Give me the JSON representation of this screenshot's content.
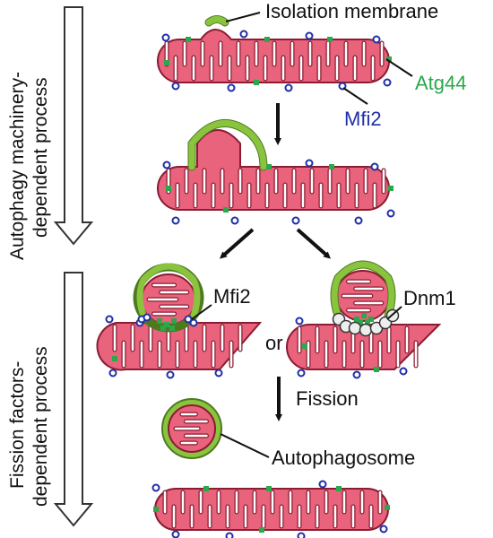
{
  "labels": {
    "isolation_membrane": "Isolation membrane",
    "atg44": "Atg44",
    "mfi2_top": "Mfi2",
    "mfi2_left": "Mfi2",
    "dnm1": "Dnm1",
    "or": "or",
    "fission": "Fission",
    "autophagosome": "Autophagosome"
  },
  "side_labels": {
    "top_line1": "Autophagy machinery-",
    "top_line2": "dependent process",
    "bottom_line1": "Fission factors-",
    "bottom_line2": "dependent process"
  },
  "colors": {
    "mitochondria": "#e8637b",
    "isolation_membrane": "#8ac43f",
    "mfi2": "#1f2fa8",
    "atg44": "#2aa84a",
    "dnm1": "#eeeeee"
  }
}
